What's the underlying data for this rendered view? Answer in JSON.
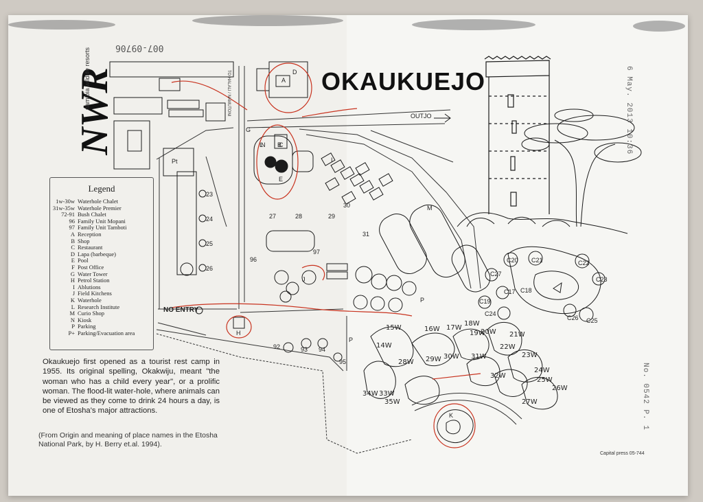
{
  "title": "OKAUKUEJO",
  "brand": {
    "mark": "NWR",
    "sub": "namibia wildlife resorts"
  },
  "handwritten_note": "007-09706",
  "road_label": "TO HALALI / NAMUTONI",
  "out_label": "OUTJO",
  "no_entry": "NO ENTRY",
  "legend": {
    "title": "Legend",
    "items": [
      {
        "key": "1w-30w",
        "label": "Waterhole Chalet"
      },
      {
        "key": "31w-35w",
        "label": "Waterhole Premier"
      },
      {
        "key": "72-91",
        "label": "Bush Chalet"
      },
      {
        "key": "96",
        "label": "Family Unit Mopani"
      },
      {
        "key": "97",
        "label": "Family Unit Tamboti"
      },
      {
        "key": "A",
        "label": "Reception"
      },
      {
        "key": "B",
        "label": "Shop"
      },
      {
        "key": "C",
        "label": "Restaurant"
      },
      {
        "key": "D",
        "label": "Lapa (barbeque)"
      },
      {
        "key": "E",
        "label": "Pool"
      },
      {
        "key": "F",
        "label": "Post Office"
      },
      {
        "key": "G",
        "label": "Water Tower"
      },
      {
        "key": "H",
        "label": "Petrol Station"
      },
      {
        "key": "I",
        "label": "Ablutions"
      },
      {
        "key": "J",
        "label": "Field Kitchens"
      },
      {
        "key": "K",
        "label": "Waterhole"
      },
      {
        "key": "L",
        "label": "Research Institute"
      },
      {
        "key": "M",
        "label": "Curio Shop"
      },
      {
        "key": "N",
        "label": "Kiosk"
      },
      {
        "key": "P",
        "label": "Parking"
      },
      {
        "key": "P+",
        "label": "Parking/Evacuation area"
      }
    ]
  },
  "description": "Okaukuejo first opened as a tourist rest camp in 1955. Its original spelling, Okakwiju, meant \"the woman who has a child every year\", or a prolific woman. The flood-lit water-hole, where animals can be viewed as they come to drink 24 hours a day, is one of Etosha's major attractions.",
  "source": "(From Origin and meaning of place names in the Etosha National Park, by H. Berry et.al. 1994).",
  "stamp_date": "6 May. 2013 10:36",
  "stamp_no": "No. 0542  P. 1",
  "printer_note": "Capital press 05-744",
  "map_numbers": [
    "23",
    "24",
    "25",
    "26",
    "27",
    "28",
    "29",
    "30",
    "31",
    "92",
    "93",
    "94",
    "95",
    "96",
    "97",
    "C17",
    "C18",
    "C19",
    "C20",
    "C21",
    "C22",
    "C23",
    "C24",
    "C25",
    "C26",
    "C27"
  ],
  "map_letters": [
    "A",
    "B",
    "C",
    "D",
    "E",
    "G",
    "H",
    "I",
    "J",
    "K",
    "L",
    "M",
    "N",
    "P",
    "P",
    "Pt"
  ],
  "hand_labels": [
    "14W",
    "15W",
    "16W",
    "17W",
    "18W",
    "19W",
    "20W",
    "21W",
    "22W",
    "23W",
    "24W",
    "25W",
    "26W",
    "27W",
    "28W",
    "29W",
    "30W",
    "31W",
    "32W",
    "33W",
    "34W",
    "35W"
  ],
  "colors": {
    "ink": "#1b1b1b",
    "red_marker": "#c8321e",
    "paper": "#f1f0ec"
  }
}
